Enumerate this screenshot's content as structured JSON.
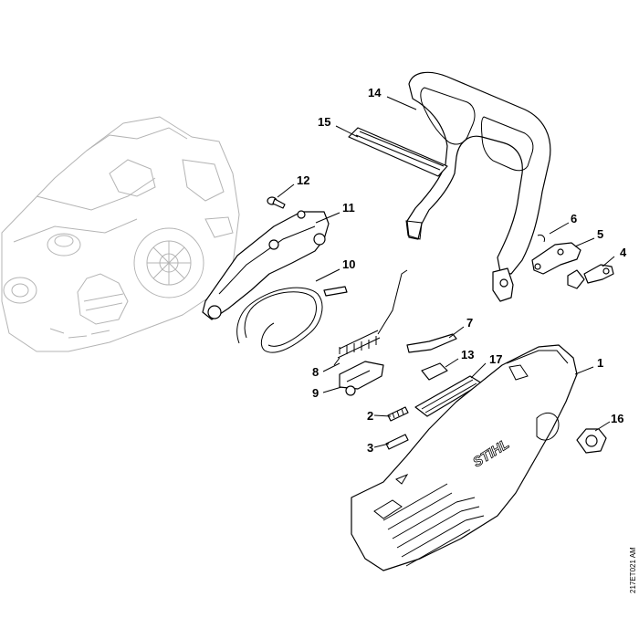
{
  "callouts": {
    "c1": "1",
    "c2": "2",
    "c3": "3",
    "c4": "4",
    "c5": "5",
    "c6": "6",
    "c7": "7",
    "c8": "8",
    "c9": "9",
    "c10": "10",
    "c11": "11",
    "c12": "12",
    "c13": "13",
    "c14": "14",
    "c15": "15",
    "c16": "16",
    "c17": "17"
  },
  "reference_code": "217ET021 AM",
  "cover_logo": "STIHL"
}
